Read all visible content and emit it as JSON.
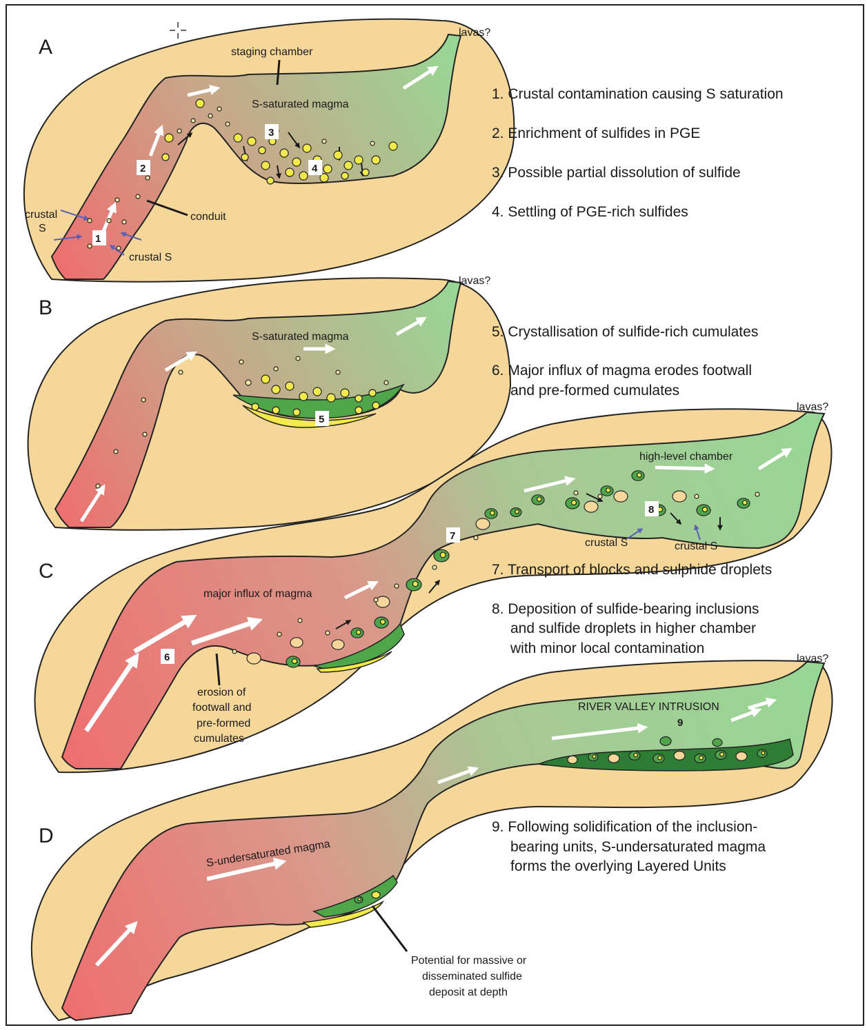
{
  "panels": [
    {
      "letter": "A"
    },
    {
      "letter": "B"
    },
    {
      "letter": "C"
    },
    {
      "letter": "D"
    }
  ],
  "steps": [
    {
      "lines": [
        "1. Crustal contamination causing S saturation"
      ]
    },
    {
      "lines": [
        "2. Enrichment of sulfides in PGE"
      ]
    },
    {
      "lines": [
        "3. Possible partial dissolution of sulfide"
      ]
    },
    {
      "lines": [
        "4. Settling of PGE-rich sulfides"
      ]
    },
    {
      "lines": [
        "5. Crystallisation of sulfide-rich cumulates"
      ]
    },
    {
      "lines": [
        "6. Major influx of magma erodes footwall",
        "and pre-formed cumulates"
      ]
    },
    {
      "lines": [
        "7. Transport of blocks and sulphide droplets"
      ]
    },
    {
      "lines": [
        "8. Deposition of sulfide-bearing inclusions",
        "and sulfide droplets in higher chamber",
        "with minor local contamination"
      ]
    },
    {
      "lines": [
        "9. Following solidification of the inclusion-",
        "bearing units, S-undersaturated magma",
        "forms the overlying Layered Units"
      ]
    }
  ],
  "labels": {
    "lavas": "lavas?",
    "staging_chamber": "staging chamber",
    "s_saturated_magma": "S-saturated magma",
    "crustal_s": "crustal S",
    "crustal": "crustal",
    "s": "S",
    "conduit": "conduit",
    "high_level_chamber": "high-level chamber",
    "major_influx": "major influx of magma",
    "erosion_lines": [
      "erosion of",
      "footwall and",
      "pre-formed",
      "cumulates"
    ],
    "river_valley": "RIVER VALLEY INTRUSION",
    "s_undersaturated": "S-undersaturated magma",
    "potential_lines": [
      "Potential for massive or",
      "disseminated sulfide",
      "deposit at depth"
    ]
  },
  "markers": [
    "1",
    "2",
    "3",
    "4",
    "5",
    "6",
    "7",
    "8",
    "9"
  ],
  "colors": {
    "country_rock": "#f6d79a",
    "magma_deep": "#ec7b7b",
    "magma_shallow": "#9fd69a",
    "cumulate": "#4fa54a",
    "sulfide": "#f1ea4a",
    "outline": "#1a1a1a",
    "flow_arrow": "#ffffff",
    "contamination_arrow": "#5b5fb8"
  }
}
